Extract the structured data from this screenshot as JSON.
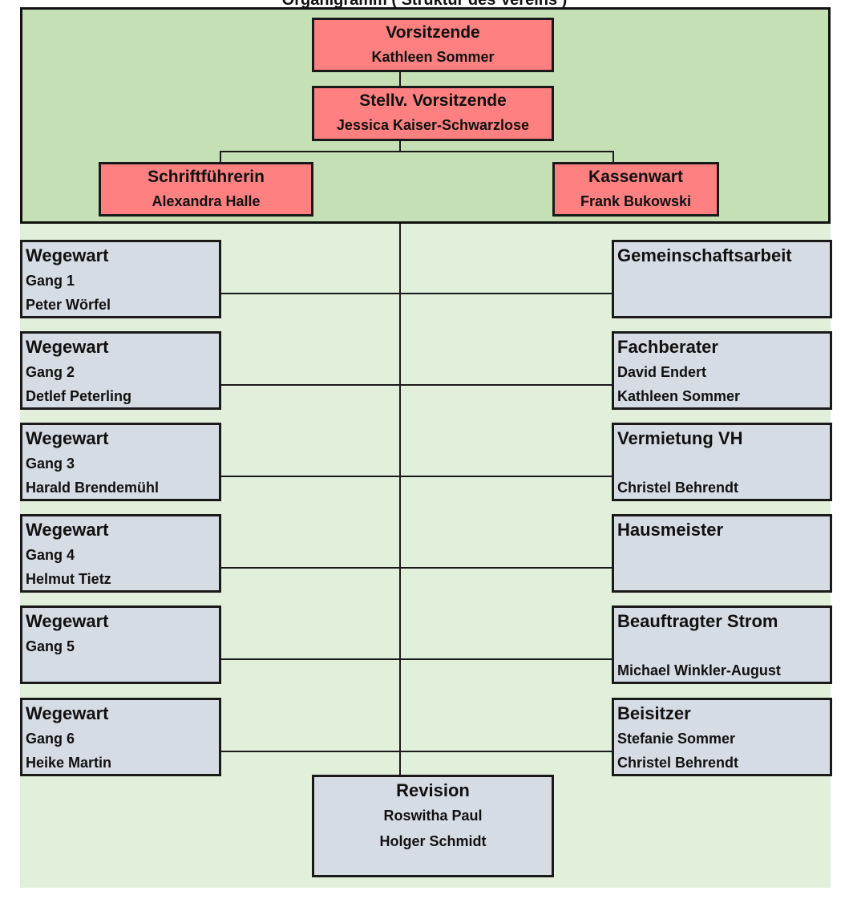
{
  "title": "Organigramm ( Struktur des Vereins )",
  "board": {
    "chair": {
      "role": "Vorsitzende",
      "name": "Kathleen Sommer"
    },
    "deputy": {
      "role": "Stellv. Vorsitzende",
      "name": "Jessica Kaiser-Schwarzlose"
    },
    "secretary": {
      "role": "Schriftführerin",
      "name": "Alexandra Halle"
    },
    "treasurer": {
      "role": "Kassenwart",
      "name": "Frank Bukowski"
    }
  },
  "left_units": [
    {
      "role": "Wegewart",
      "line1": "Gang 1",
      "line2": "Peter Wörfel"
    },
    {
      "role": "Wegewart",
      "line1": "Gang 2",
      "line2": "Detlef Peterling"
    },
    {
      "role": "Wegewart",
      "line1": "Gang 3",
      "line2": "Harald Brendemühl"
    },
    {
      "role": "Wegewart",
      "line1": "Gang 4",
      "line2": "Helmut Tietz"
    },
    {
      "role": "Wegewart",
      "line1": "Gang 5",
      "line2": ""
    },
    {
      "role": "Wegewart",
      "line1": "Gang 6",
      "line2": "Heike Martin"
    }
  ],
  "right_units": [
    {
      "role": "Gemeinschaftsarbeit",
      "line1": "",
      "line2": ""
    },
    {
      "role": "Fachberater",
      "line1": "David Endert",
      "line2": "Kathleen Sommer"
    },
    {
      "role": "Vermietung VH",
      "line1": "",
      "line2": "Christel Behrendt"
    },
    {
      "role": "Hausmeister",
      "line1": "",
      "line2": ""
    },
    {
      "role": "Beauftragter Strom",
      "line1": "",
      "line2": "Michael Winkler-August"
    },
    {
      "role": "Beisitzer",
      "line1": "Stefanie Sommer",
      "line2": "Christel Behrendt"
    }
  ],
  "revision": {
    "role": "Revision",
    "name1": "Roswitha Paul",
    "name2": "Holger Schmidt"
  },
  "colors": {
    "board_background": "#c5e0b4",
    "lower_background": "#e2efda",
    "board_box": "#ff8080",
    "unit_box": "#d6dce4",
    "border": "#1a1a1a"
  }
}
